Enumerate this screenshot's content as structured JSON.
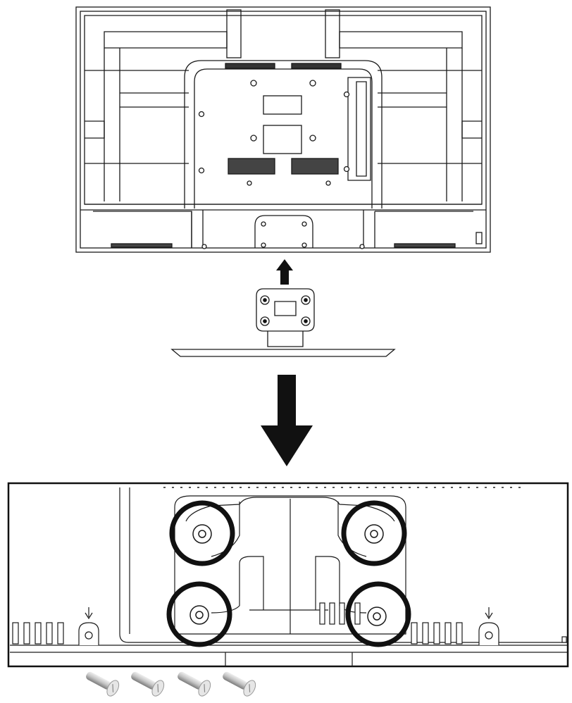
{
  "figure": {
    "steps": [
      {
        "id": "tv-back",
        "icon": "tv-rear-panel"
      },
      {
        "id": "attach-stand",
        "icon": "arrow-up-icon"
      },
      {
        "id": "stand",
        "icon": "tv-stand"
      },
      {
        "id": "result",
        "icon": "arrow-down-icon"
      },
      {
        "id": "detail",
        "icon": "mounting-detail"
      }
    ],
    "highlight_count": 4,
    "screw_count": 4,
    "colors": {
      "line": "#1a1a1a",
      "fill": "#ffffff",
      "arrow": "#111111",
      "screw_light": "#d8d8d8",
      "screw_dark": "#8a8a8a"
    }
  }
}
